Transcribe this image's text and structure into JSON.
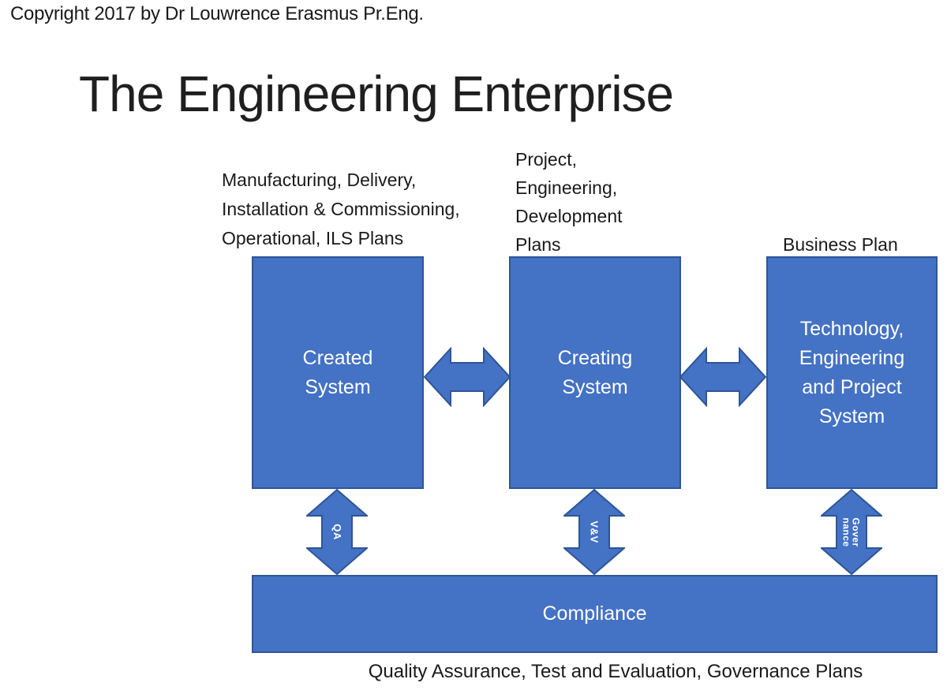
{
  "copyright": "Copyright 2017 by Dr Louwrence Erasmus Pr.Eng.",
  "title": "The Engineering Enterprise",
  "labels": {
    "left": {
      "lines": [
        "Manufacturing, Delivery,",
        "Installation & Commissioning,",
        "Operational, ILS Plans"
      ]
    },
    "middle": {
      "lines": [
        "Project,",
        "Engineering,",
        "Development",
        "Plans"
      ]
    },
    "right": "Business Plan",
    "bottom": "Quality Assurance, Test and Evaluation, Governance Plans"
  },
  "boxes": {
    "created": {
      "lines": [
        "Created",
        "System"
      ]
    },
    "creating": {
      "lines": [
        "Creating",
        "System"
      ]
    },
    "technology": {
      "lines": [
        "Technology,",
        "Engineering",
        "and Project",
        "System"
      ]
    },
    "compliance": "Compliance"
  },
  "connectors": {
    "qa": "QA",
    "vv": "V&V",
    "governance": {
      "lines": [
        "Gover",
        "nance"
      ]
    }
  },
  "colors": {
    "shape_fill": "#4472C4",
    "shape_border": "#2F5597",
    "text_dark": "#1A1A1A",
    "text_light": "#FFFFFF",
    "background": "#FFFFFF"
  }
}
